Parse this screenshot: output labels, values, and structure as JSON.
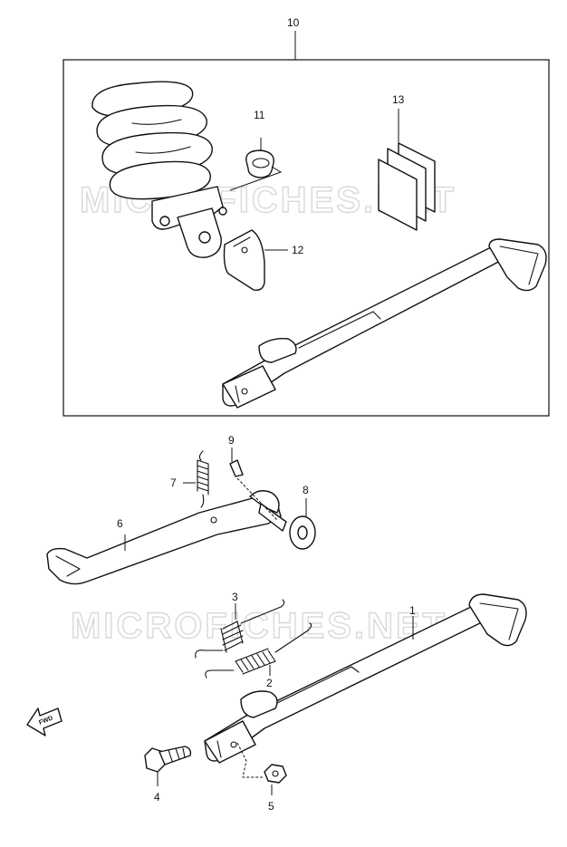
{
  "watermark": "MICROFICHES.NET",
  "fwd_label": "FWD",
  "callouts": {
    "c1": "1",
    "c2": "2",
    "c3": "3",
    "c4": "4",
    "c5": "5",
    "c6": "6",
    "c7": "7",
    "c8": "8",
    "c9": "9",
    "c10": "10",
    "c11": "11",
    "c12": "12",
    "c13": "13"
  }
}
